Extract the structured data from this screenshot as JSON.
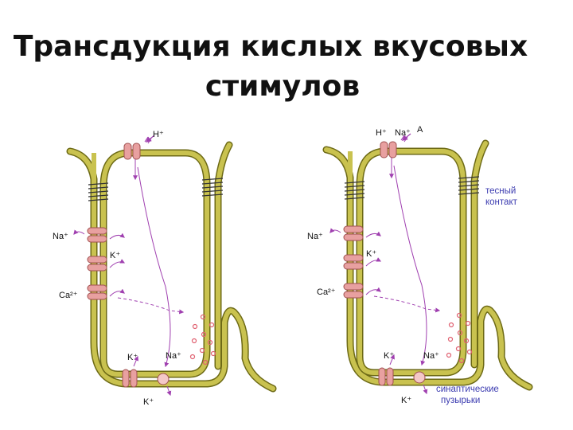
{
  "title": {
    "line1": "Трансдукция кислых вкусовых",
    "line2": "стимулов"
  },
  "colors": {
    "membrane": "#c9c24f",
    "membrane_edge": "#6d6a16",
    "channel": "#e8a0a0",
    "arrow": "#a040b0",
    "vesicle": "#e06070",
    "blue_text": "#3b3bb0"
  },
  "left_cell": {
    "top_ion": "H⁺",
    "na_label": "Na⁺",
    "k_label": "K⁺",
    "ca_label": "Ca²⁺",
    "bottom_k_in": "K⁺",
    "bottom_na": "Na⁺",
    "bottom_k_out": "K⁺"
  },
  "right_cell": {
    "top_h": "H⁺",
    "top_na": "Na⁺",
    "top_a": "A",
    "na_label": "Na⁺",
    "k_label": "K⁺",
    "ca_label": "Ca²⁺",
    "bottom_k_in": "K⁺",
    "bottom_na": "Na⁺",
    "bottom_k_out": "K⁺",
    "tight_junction_line1": "тесный",
    "tight_junction_line2": "контакт",
    "vesicles_line1": "синаптические",
    "vesicles_line2": "пузырьки"
  }
}
